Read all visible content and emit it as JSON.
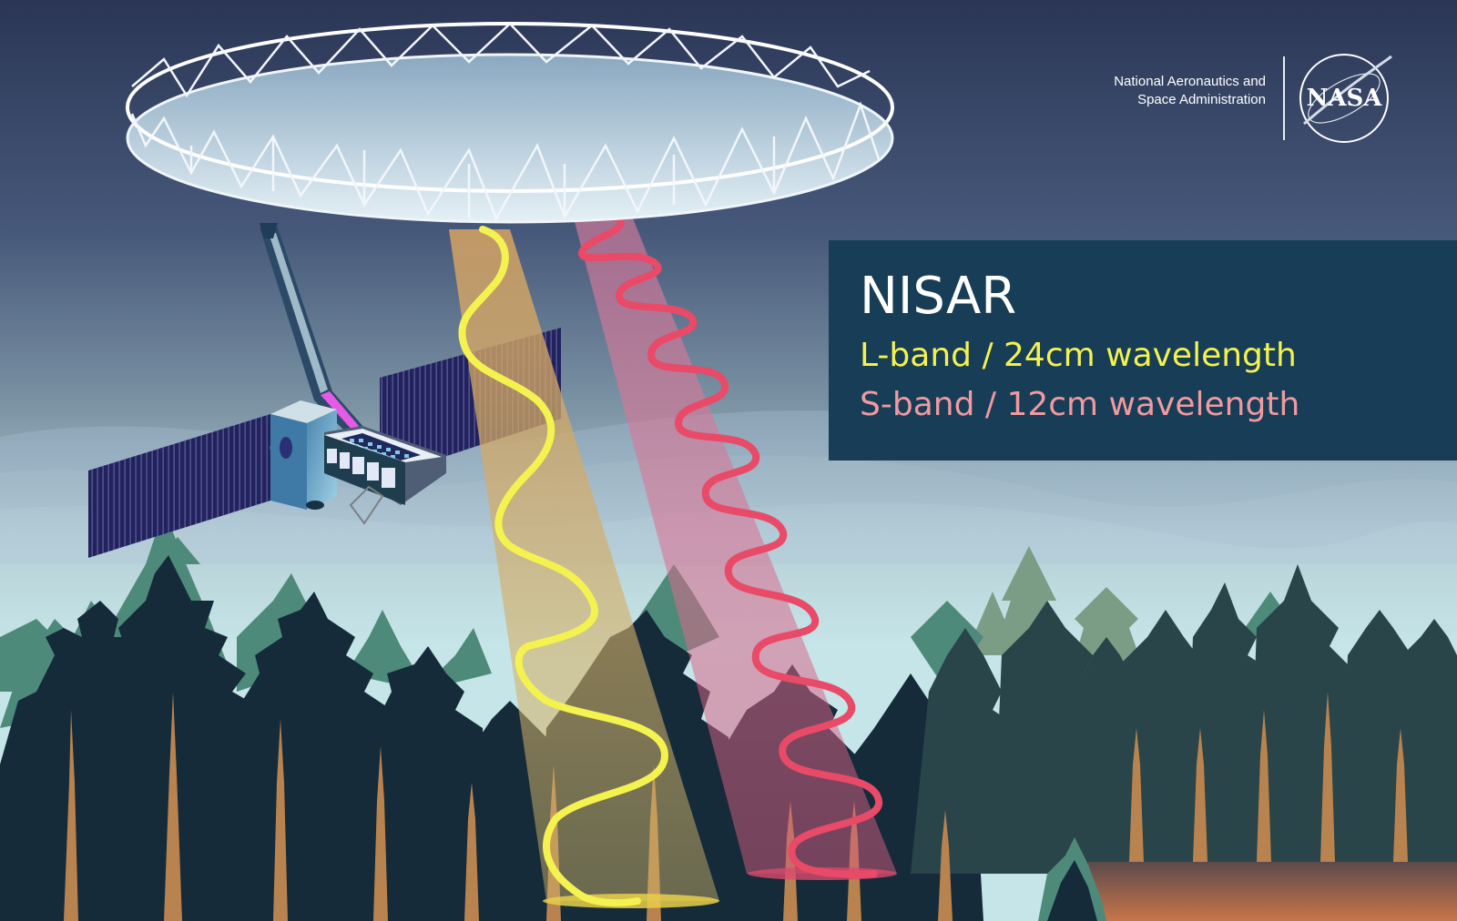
{
  "header": {
    "agency_line1": "National Aeronautics and",
    "agency_line2": "Space Administration",
    "logo_text": "NASA",
    "logo_icon": "nasa-meatball-icon"
  },
  "info_box": {
    "title": "NISAR",
    "l_band": "L-band / 24cm wavelength",
    "s_band": "S-band / 12cm wavelength"
  },
  "illustration": {
    "subject": "NISAR satellite with deployed reflector antenna beaming radar waves to a forest",
    "elements": [
      "reflector-antenna",
      "boom-arm",
      "satellite-bus",
      "solar-panels",
      "l-band-beam",
      "s-band-beam",
      "cloud-layer",
      "forest",
      "ground"
    ]
  },
  "colors": {
    "sky_top": "#2c3858",
    "sky_bottom": "#c4e4e6",
    "panel_bg": "#173d57",
    "l_band": "#f4f24f",
    "s_band": "#e84a67",
    "tree_dark": "#152b3a",
    "tree_mid": "#4e8a79",
    "trunk": "#b9834f",
    "ground": "#c8754a"
  }
}
